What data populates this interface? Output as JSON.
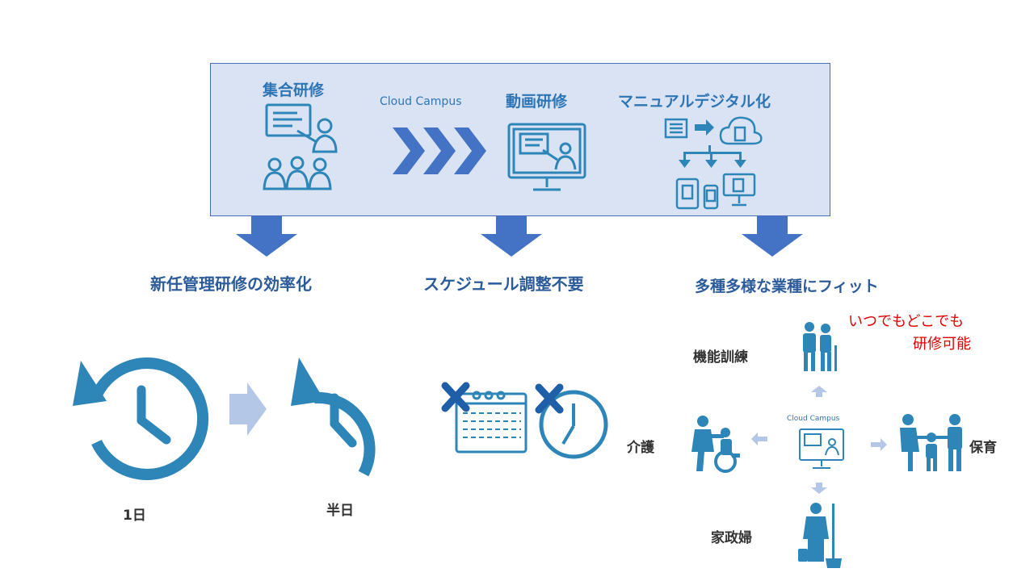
{
  "top_panel": {
    "group_training": "集合研修",
    "brand": "Cloud Campus",
    "video_training": "動画研修",
    "manual_digital": "マニュアルデジタル化"
  },
  "benefits": {
    "efficiency": "新任管理研修の効率化",
    "no_schedule": "スケジュール調整不要",
    "fit_industries": "多種多様な業種にフィット"
  },
  "time": {
    "before": "1日",
    "after": "半日"
  },
  "industries": {
    "anytime_line1": "いつでもどこでも",
    "anytime_line2": "研修可能",
    "rehab": "機能訓練",
    "care": "介護",
    "childcare": "保育",
    "housekeeping": "家政婦",
    "center_brand": "Cloud Campus"
  },
  "colors": {
    "panel_bg": "#dae3f3",
    "panel_border": "#4a6cb8",
    "arrow_blue": "#4472c4",
    "icon_blue": "#2e86b8",
    "text_blue": "#2e75b6",
    "accent_red": "#e00000"
  }
}
